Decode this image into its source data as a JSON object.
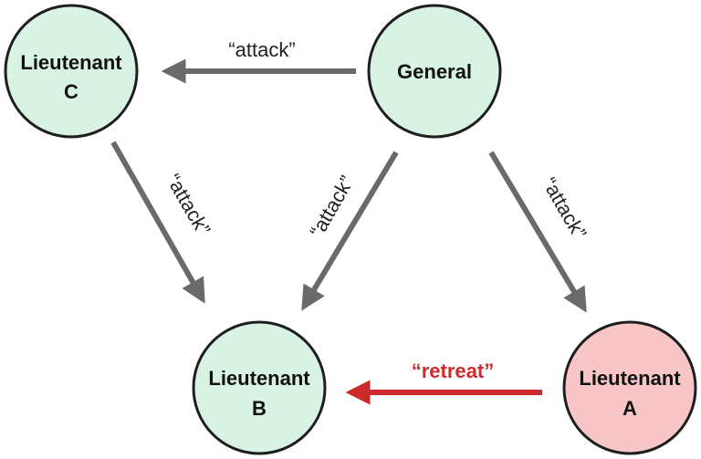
{
  "colors": {
    "node_default_fill": "#d8f3e3",
    "node_alert_fill": "#f8c6c6",
    "node_stroke": "#1e1e1e",
    "edge_default": "#6a6a6a",
    "edge_alert": "#cc2a2a"
  },
  "nodes": {
    "general": {
      "line1": "General",
      "line2": ""
    },
    "lieutenant_c": {
      "line1": "Lieutenant",
      "line2": "C"
    },
    "lieutenant_b": {
      "line1": "Lieutenant",
      "line2": "B"
    },
    "lieutenant_a": {
      "line1": "Lieutenant",
      "line2": "A"
    }
  },
  "edges": {
    "general_to_c": {
      "label": "“attack”"
    },
    "c_to_b": {
      "label": "“attack”"
    },
    "general_to_b": {
      "label": "“attack”"
    },
    "general_to_a": {
      "label": "“attack”"
    },
    "a_to_b": {
      "label": "“retreat”"
    }
  }
}
